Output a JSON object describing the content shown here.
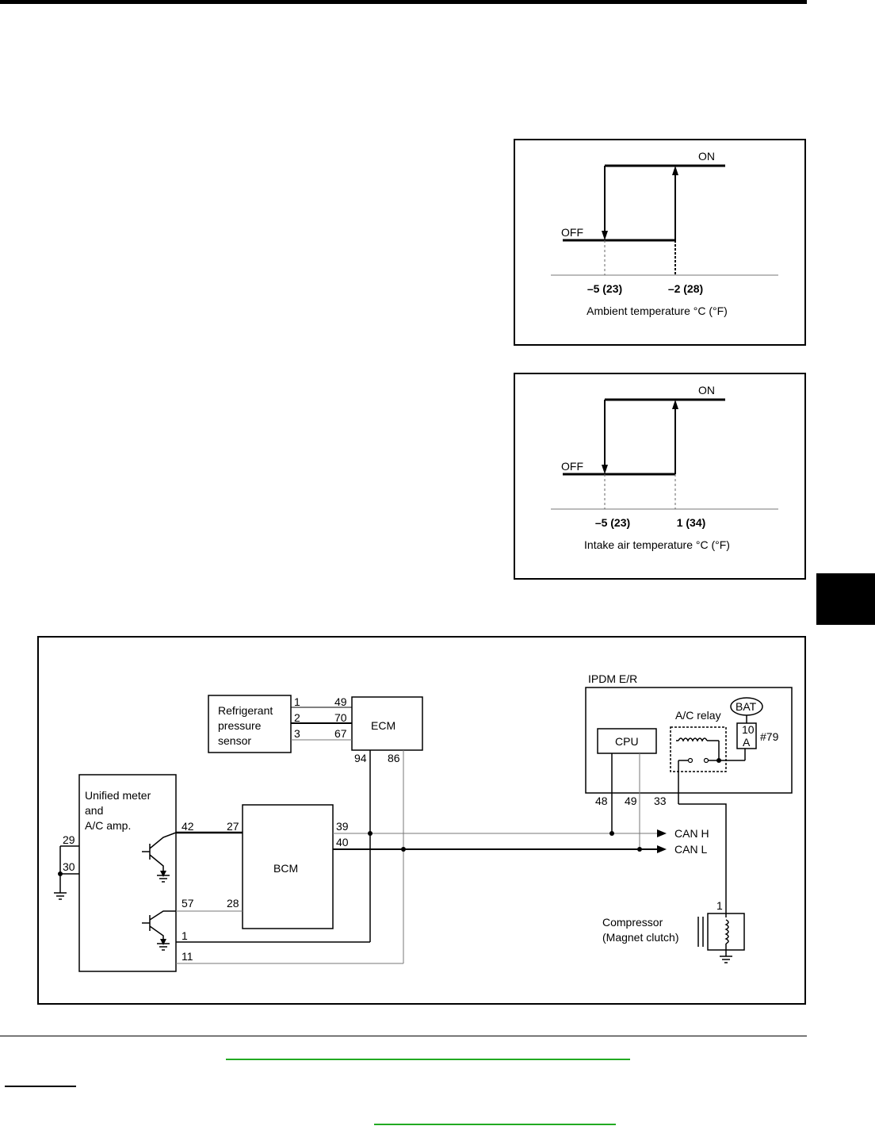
{
  "chart_ambient": {
    "on_label": "ON",
    "off_label": "OFF",
    "tick_off": "–5  (23)",
    "tick_on": "–2  (28)",
    "axis_label": "Ambient  temperature  °C  (°F)"
  },
  "chart_intake": {
    "on_label": "ON",
    "off_label": "OFF",
    "tick_off": "–5  (23)",
    "tick_on": "1  (34)",
    "axis_label": "Intake air temperature °C  (°F)"
  },
  "schematic": {
    "refrigerant_sensor": [
      "Refrigerant",
      "pressure",
      "sensor"
    ],
    "sensor_pins": [
      "1",
      "2",
      "3"
    ],
    "ecm_label": "ECM",
    "ecm_in_pins": [
      "49",
      "70",
      "67"
    ],
    "ecm_out_pins": [
      "94",
      "86"
    ],
    "meter_label": [
      "Unified meter",
      "and",
      "A/C amp."
    ],
    "meter_pins": [
      "29",
      "30",
      "42",
      "57",
      "1",
      "11"
    ],
    "bcm_label": "BCM",
    "bcm_pins": [
      "27",
      "28",
      "39",
      "40"
    ],
    "ipdm_label": "IPDM E/R",
    "cpu_label": "CPU",
    "ac_relay_label": "A/C relay",
    "bat_label": "BAT",
    "fuse_label": [
      "10",
      "A"
    ],
    "fuse_number": "#79",
    "ipdm_pins": [
      "48",
      "49",
      "33"
    ],
    "can_h": "CAN H",
    "can_l": "CAN L",
    "compressor_pin": "1",
    "compressor_label": [
      "Compressor",
      "(Magnet clutch)"
    ]
  }
}
